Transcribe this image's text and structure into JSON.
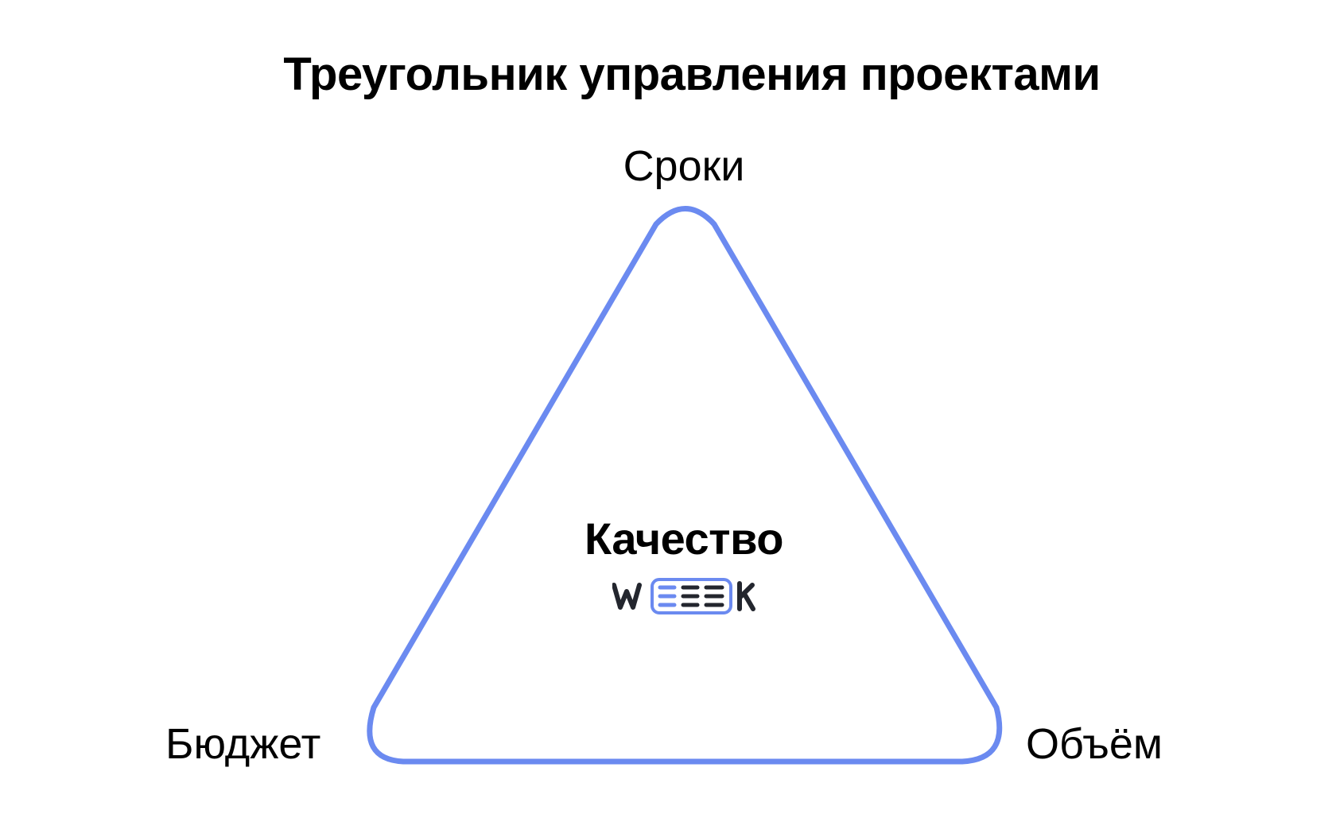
{
  "title": "Треугольник управления проектами",
  "vertices": {
    "top": "Сроки",
    "bottom_left": "Бюджет",
    "bottom_right": "Объём"
  },
  "center": "Качество",
  "logo": {
    "text": "WEEEK",
    "brand_color": "#6b8af0",
    "dark_color": "#23262e"
  },
  "colors": {
    "triangle_stroke": "#6b8af0",
    "text": "#000000",
    "background": "#ffffff"
  }
}
